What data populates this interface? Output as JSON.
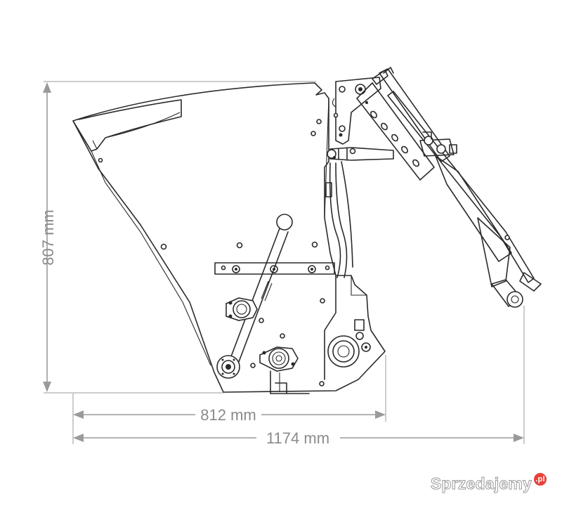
{
  "dimensions": {
    "height_label": "807 mm",
    "width_short_label": "812 mm",
    "width_total_label": "1174 mm"
  },
  "watermark": {
    "text": "Sprzedajemy",
    "badge": ".pl",
    "badge_color": "#e8413a"
  },
  "colors": {
    "line": "#2a2a2a",
    "dimension": "#9a9a9a"
  }
}
